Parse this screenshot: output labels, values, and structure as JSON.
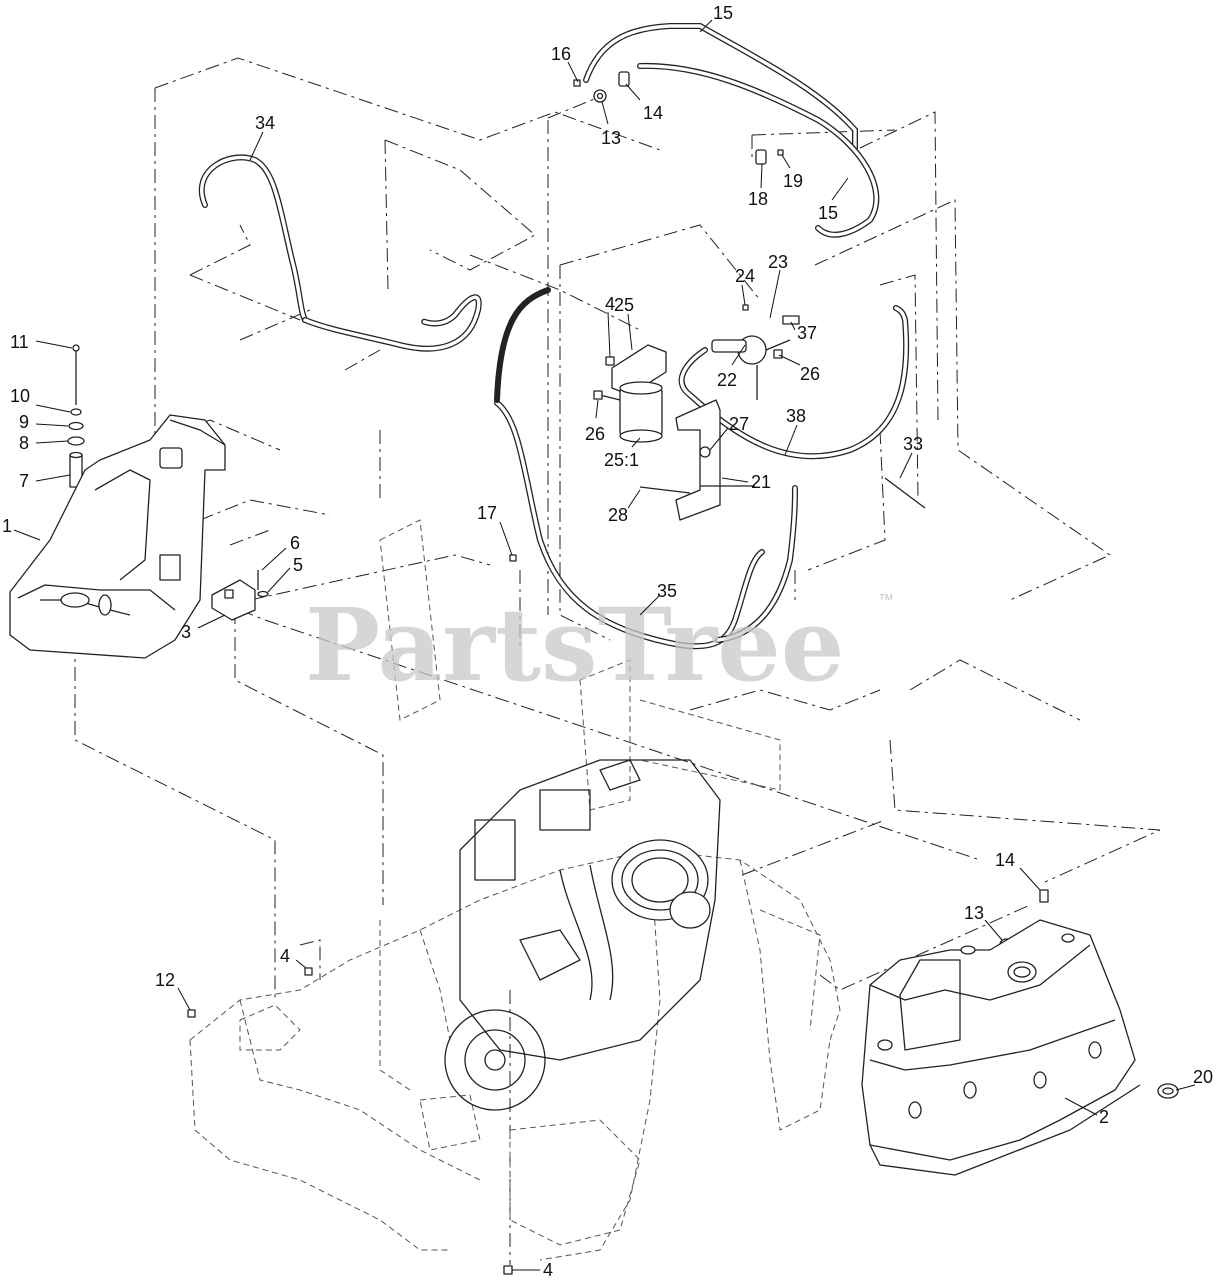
{
  "watermark": {
    "text": "PartsTree",
    "mark": "™"
  },
  "callouts": [
    {
      "id": "c15a",
      "label": "15"
    },
    {
      "id": "c16",
      "label": "16"
    },
    {
      "id": "c13a",
      "label": "13"
    },
    {
      "id": "c14a",
      "label": "14"
    },
    {
      "id": "c34",
      "label": "34"
    },
    {
      "id": "c18",
      "label": "18"
    },
    {
      "id": "c19",
      "label": "19"
    },
    {
      "id": "c15b",
      "label": "15"
    },
    {
      "id": "c23",
      "label": "23"
    },
    {
      "id": "c24",
      "label": "24"
    },
    {
      "id": "c4a",
      "label": "4"
    },
    {
      "id": "c25",
      "label": "25"
    },
    {
      "id": "c37",
      "label": "37"
    },
    {
      "id": "c22",
      "label": "22"
    },
    {
      "id": "c26a",
      "label": "26"
    },
    {
      "id": "c11",
      "label": "11"
    },
    {
      "id": "c38",
      "label": "38"
    },
    {
      "id": "c10",
      "label": "10"
    },
    {
      "id": "c9",
      "label": "9"
    },
    {
      "id": "c26b",
      "label": "26"
    },
    {
      "id": "c27",
      "label": "27"
    },
    {
      "id": "c33",
      "label": "33"
    },
    {
      "id": "c8",
      "label": "8"
    },
    {
      "id": "c251",
      "label": "25:1"
    },
    {
      "id": "c7",
      "label": "7"
    },
    {
      "id": "c21",
      "label": "21"
    },
    {
      "id": "c28",
      "label": "28"
    },
    {
      "id": "c1",
      "label": "1"
    },
    {
      "id": "c17",
      "label": "17"
    },
    {
      "id": "c6",
      "label": "6"
    },
    {
      "id": "c5",
      "label": "5"
    },
    {
      "id": "c35",
      "label": "35"
    },
    {
      "id": "c3",
      "label": "3"
    },
    {
      "id": "c14b",
      "label": "14"
    },
    {
      "id": "c13b",
      "label": "13"
    },
    {
      "id": "c4b",
      "label": "4"
    },
    {
      "id": "c12",
      "label": "12"
    },
    {
      "id": "c20",
      "label": "20"
    },
    {
      "id": "c2",
      "label": "2"
    },
    {
      "id": "c4c",
      "label": "4"
    }
  ]
}
